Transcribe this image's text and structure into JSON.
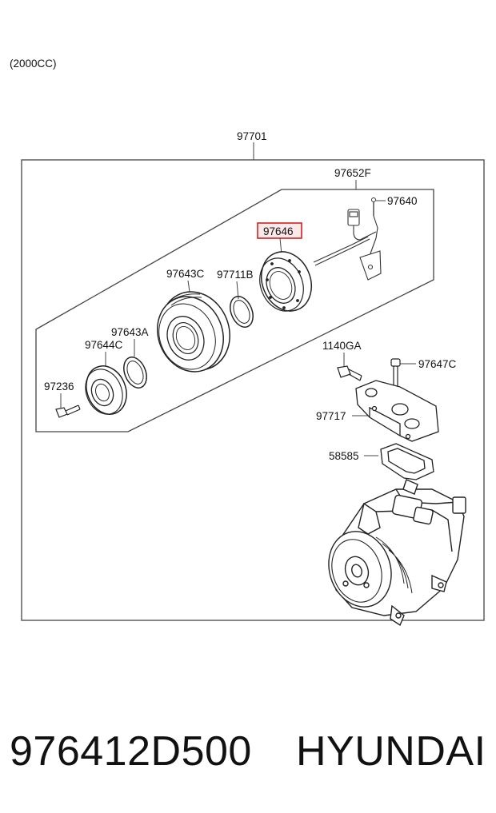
{
  "engine_note": "(2000CC)",
  "highlight_color": "#d32020",
  "labels": {
    "assy": "97701",
    "clutch_kit": "97652F",
    "bolt_97640": "97640",
    "coil": "97646",
    "pulley": "97643C",
    "snap_ring_b": "97711B",
    "snap_ring_a": "97643A",
    "hub": "97644C",
    "bolt_97236": "97236",
    "bolt_1140": "1140GA",
    "bolt_97647": "97647C",
    "flange": "97717",
    "gasket": "58585"
  },
  "caption": {
    "part_number": "976412D500",
    "brand": "HYUNDAI"
  }
}
